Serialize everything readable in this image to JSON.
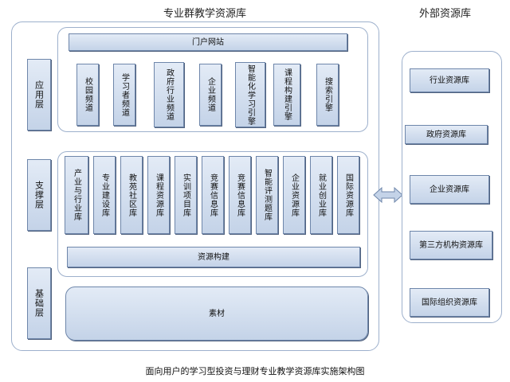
{
  "main_title": "专业群教学资源库",
  "external_title": "外部资源库",
  "layers": [
    "应用层",
    "支撑层",
    "基础层"
  ],
  "portal": "门户网站",
  "app_channels": [
    "校园频道",
    "学习者频道",
    "政府行业频道",
    "企业频道",
    "智能化学习引擎",
    "课程构建引擎",
    "搜索引擎"
  ],
  "support_libs": [
    "产业与行业库",
    "专业建设库",
    "教苑社区库",
    "课程资源库",
    "实训项目库",
    "竞赛信息库",
    "竞赛信息库",
    "智能评测题库",
    "企业资源库",
    "就业创业库",
    "国际资源库"
  ],
  "resource_build": "资源构建",
  "material": "素材",
  "external_libs": [
    "行业资源库",
    "政府资源库",
    "企业资源库",
    "第三方机构资源库",
    "国际组织资源库"
  ],
  "caption": "面向用户的学习型投资与理财专业教学资源库实施架构图",
  "colors": {
    "box_fill": "#c4d3e8",
    "box_border": "#6e86aa",
    "panel_border": "#9db0cc"
  }
}
